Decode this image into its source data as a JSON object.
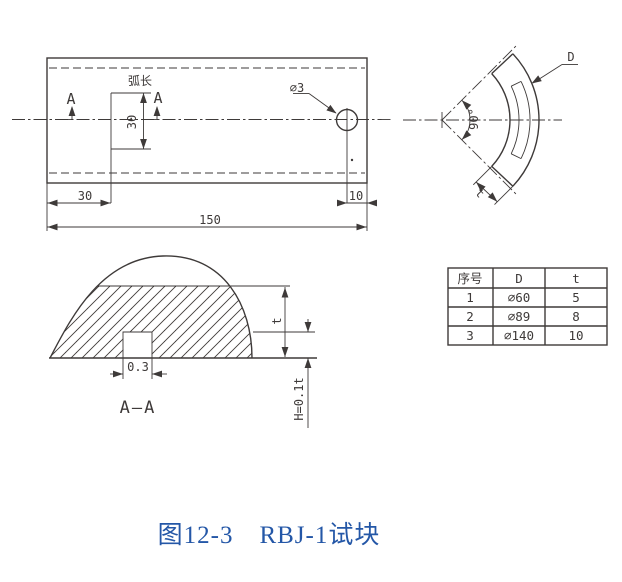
{
  "colors": {
    "line": "#3e3a39",
    "caption_blue": "#2457a7"
  },
  "caption": {
    "text": "图12-3　RBJ-1试块"
  },
  "plan_view": {
    "section_label_1": "A",
    "section_label_2": "A",
    "arc_length_label": "弧长",
    "slot_dim": "30",
    "hole_label": "∅3",
    "dim_left": "30",
    "dim_right": "10",
    "dim_total": "150"
  },
  "d_view": {
    "label": "D",
    "angle": "90°",
    "thickness": "t"
  },
  "section_view": {
    "title": "A—A",
    "notch_width": "0.3",
    "thickness": "t",
    "notch_height": "H=0.1t"
  },
  "spec_table": {
    "headers": [
      "序号",
      "D",
      "t"
    ],
    "rows": [
      [
        "1",
        "∅60",
        "5"
      ],
      [
        "2",
        "∅89",
        "8"
      ],
      [
        "3",
        "∅140",
        "10"
      ]
    ]
  }
}
